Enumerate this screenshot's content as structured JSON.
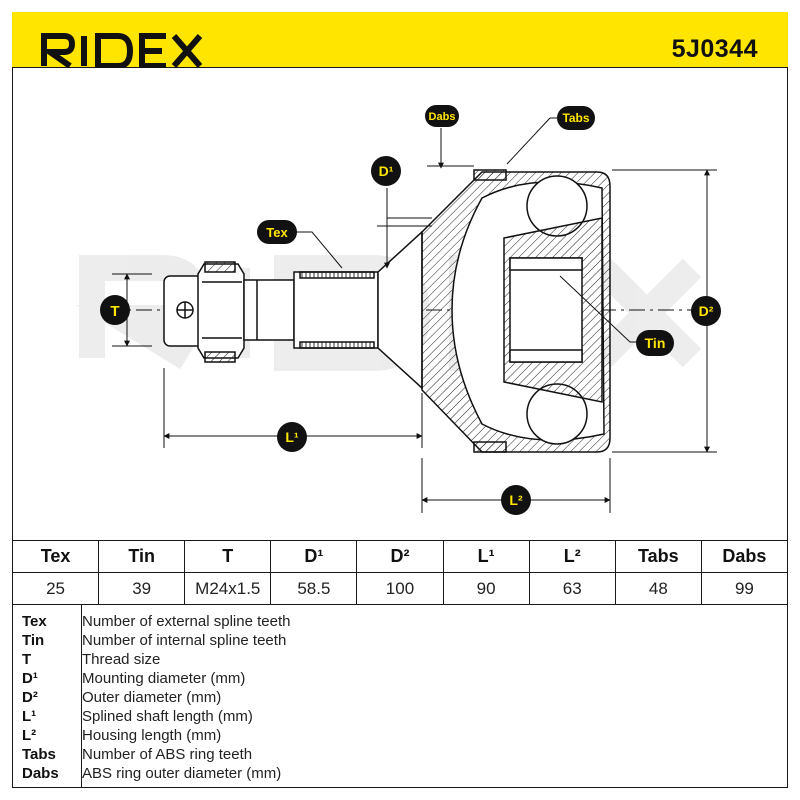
{
  "header": {
    "brand": "RIDEX",
    "part_number": "5J0344",
    "brand_color": "#ffe500"
  },
  "drawing": {
    "watermark": "RIDEX",
    "labels": {
      "tex": "Tex",
      "tin": "Tin",
      "t": "T",
      "d1": "D¹",
      "d2": "D²",
      "l1": "L¹",
      "l2": "L²",
      "tabs": "Tabs",
      "dabs": "Dabs"
    }
  },
  "specs": {
    "headers": [
      "Tex",
      "Tin",
      "T",
      "D¹",
      "D²",
      "L¹",
      "L²",
      "Tabs",
      "Dabs"
    ],
    "values": [
      "25",
      "39",
      "M24x1.5",
      "58.5",
      "100",
      "90",
      "63",
      "48",
      "99"
    ]
  },
  "legend": [
    {
      "key": "Tex",
      "desc": "Number of external spline teeth"
    },
    {
      "key": "Tin",
      "desc": "Number of internal spline teeth"
    },
    {
      "key": "T",
      "desc": "Thread size"
    },
    {
      "key": "D¹",
      "desc": "Mounting diameter (mm)"
    },
    {
      "key": "D²",
      "desc": "Outer diameter (mm)"
    },
    {
      "key": "L¹",
      "desc": "Splined shaft length (mm)"
    },
    {
      "key": "L²",
      "desc": "Housing length (mm)"
    },
    {
      "key": "Tabs",
      "desc": "Number of ABS ring teeth"
    },
    {
      "key": "Dabs",
      "desc": "ABS ring outer diameter (mm)"
    }
  ],
  "icons": {
    "logo": "ridex-logo",
    "part": "cv-joint-drawing"
  }
}
